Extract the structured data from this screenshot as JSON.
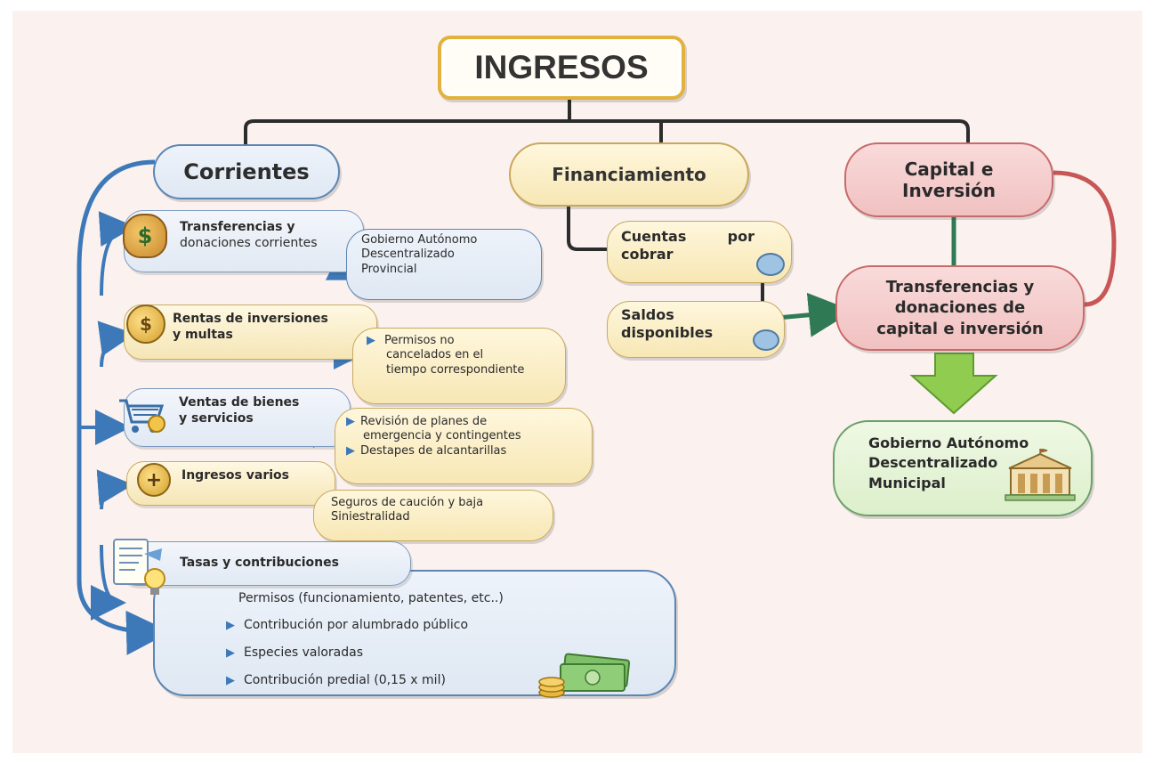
{
  "title": "INGRESOS",
  "categories": {
    "corrientes": "Corrientes",
    "financiamiento": "Financiamiento",
    "capital": [
      "Capital e",
      "Inversión"
    ]
  },
  "corrientes_items": [
    {
      "label": [
        "Transferencias y",
        "donaciones corrientes"
      ],
      "detail": [
        "Gobierno Autónomo",
        "Descentralizado",
        "Provincial"
      ]
    },
    {
      "label": [
        "Rentas de inversiones",
        "y multas"
      ],
      "detail": [
        "Permisos no",
        "cancelados en el",
        "tiempo correspondiente"
      ]
    },
    {
      "label": [
        "Ventas de bienes",
        "y servicios"
      ],
      "detail": [
        "Revisión de planes de",
        "emergencia y contingentes",
        "Destapes de alcantarillas"
      ]
    },
    {
      "label": [
        "Ingresos varios"
      ],
      "detail": [
        "Seguros de caución y baja",
        "Siniestralidad"
      ]
    },
    {
      "label": [
        "Tasas y contribuciones"
      ],
      "detail": [
        "Permisos (funcionamiento, patentes, etc..)",
        "Contribución por alumbrado público",
        "Especies valoradas",
        "Contribución predial (0,15 x mil)"
      ]
    }
  ],
  "financiamiento_items": [
    {
      "label": [
        "Cuentas",
        "por",
        "cobrar"
      ]
    },
    {
      "label": [
        "Saldos",
        "disponibles"
      ]
    }
  ],
  "capital_items": {
    "transfer": [
      "Transferencias y",
      "donaciones de",
      "capital e inversión"
    ],
    "result": [
      "Gobierno Autónomo",
      "Descentralizado",
      "Municipal"
    ]
  },
  "icons": [
    "money-bag-icon",
    "coin-stack-icon",
    "shopping-cart-icon",
    "plus-coin-icon",
    "document-lightbulb-icon",
    "cash-stack-icon",
    "government-building-icon",
    "speech-bubble-icon"
  ],
  "colors": {
    "blue": "#3d79b9",
    "green": "#2f7a55",
    "red": "#c75757",
    "gold": "#e2b23c",
    "dark": "#2a2a2a"
  }
}
